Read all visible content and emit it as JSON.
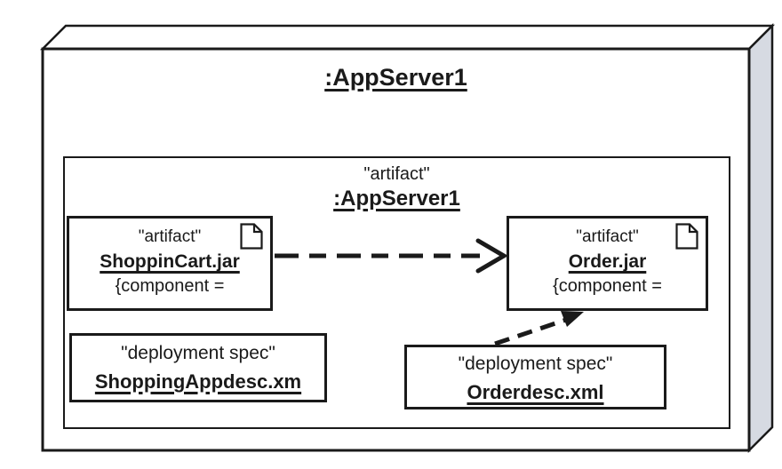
{
  "colors": {
    "background": "#ffffff",
    "line": "#1a1a1a",
    "node_side_face": "#d6dae2",
    "node_top_face": "#ffffff"
  },
  "node": {
    "title": ":AppServer1"
  },
  "inner_node": {
    "stereotype": "\"artifact\"",
    "title": ":AppServer1"
  },
  "artifacts": [
    {
      "stereotype": "\"artifact\"",
      "name": "ShoppinCart.jar",
      "property": "{component =",
      "icon": "document-icon"
    },
    {
      "stereotype": "\"artifact\"",
      "name": "Order.jar",
      "property": "{component =",
      "icon": "document-icon"
    }
  ],
  "deployment_specs": [
    {
      "stereotype": "\"deployment spec\"",
      "name": "ShoppingAppdesc.xm"
    },
    {
      "stereotype": "\"deployment spec\"",
      "name": "Orderdesc.xml"
    }
  ],
  "connectors": [
    {
      "type": "dashed-dependency-arrow-open-head",
      "from": "ShoppinCart.jar",
      "to": "Order.jar"
    },
    {
      "type": "dashed-deploy-arrow-filled-head",
      "from": "Orderdesc.xml",
      "to": "Order.jar"
    }
  ]
}
